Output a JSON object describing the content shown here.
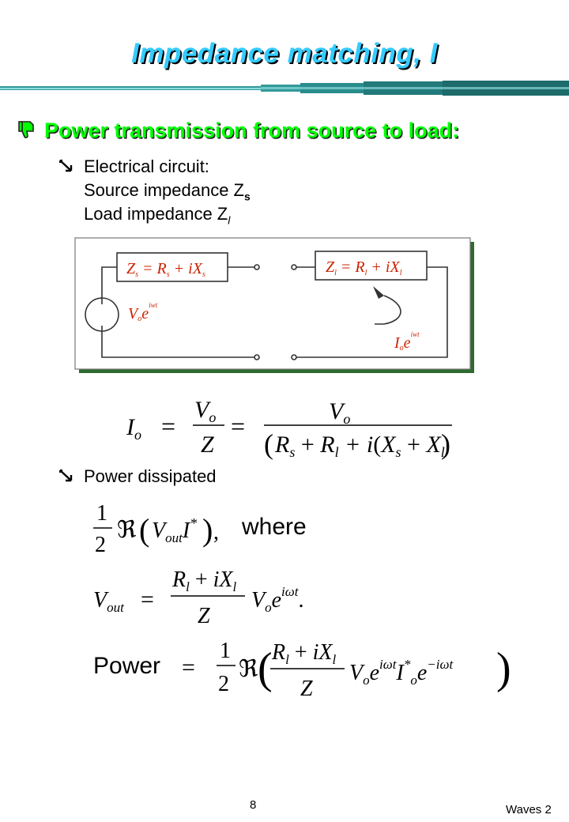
{
  "slide": {
    "title": "Impedance matching, I",
    "bullet_main": "Power transmission from source to load:",
    "sub1_line1": "Electrical circuit:",
    "sub1_line2": "Source impedance Z",
    "sub1_line2_sub": "s",
    "sub1_line3": "Load impedance Z",
    "sub1_line3_sub": "l",
    "sub2": "Power dissipated"
  },
  "circuit": {
    "source_impedance": "Z_s = R_s + iX_s",
    "load_impedance": "Z_l = R_l + iX_l",
    "source_voltage": "V_o e^iwt",
    "load_current": "I_o e^iwt"
  },
  "equations": {
    "eq1": "I_o = V_o / Z = V_o / (R_s + R_l + i(X_s + X_l))",
    "eq2_word": "where",
    "eq2": "1/2 Re(V_out I*),",
    "eq3": "V_out = (R_l + iX_l)/Z V_o e^(iωt).",
    "eq4_word": "Power",
    "eq4": "Power = 1/2 Re((R_l + iX_l)/Z V_o e^(iωt) I_o* e^(-iωt))"
  },
  "footer": {
    "page_number": "8",
    "course": "Waves 2"
  },
  "colors": {
    "title": "#33ccff",
    "bullet": "#00ff00",
    "circuit_labels": "#cc2200",
    "rule_dark": "#006666",
    "rule_light": "#00cccc"
  },
  "icons": {
    "main_bullet": "thumbs-down-icon",
    "sub_bullet": "check-arrow-icon"
  }
}
